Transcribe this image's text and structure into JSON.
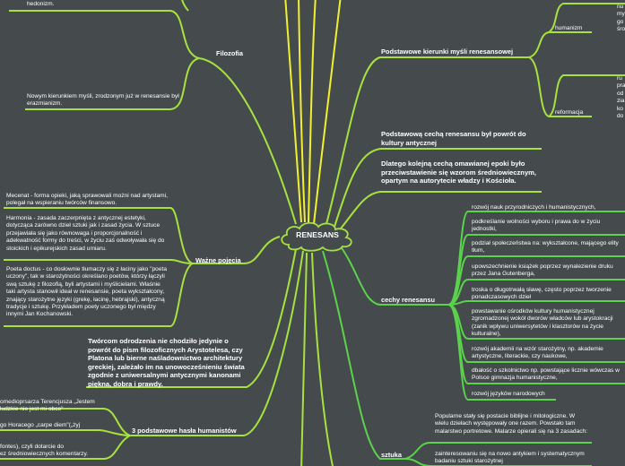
{
  "center": {
    "label": "RENESANS"
  },
  "colors": {
    "background": "#454b4d",
    "branch": "#a6e23f",
    "branch_green": "#5bd24c",
    "branch_yellow": "#f2ef2f",
    "text": "#ffffff"
  },
  "left": {
    "filozofia": {
      "label": "Filozofia",
      "top_text": "hedonizm.",
      "erazmianizm": "Nowym kierunkiem myśli, zrodzonym już w renesansie był erazmianizm."
    },
    "wazne_pojecia": {
      "label": "Ważne pojęcia",
      "items": [
        "Mecenat - forma opieki, jaką sprawowali możni nad artystami, polegał na wspieraniu twórców finansowo.",
        "Harmonia - zasada zaczerpnięta z antycznej estetyki, dotycząca zarówno dzieł sztuki jak i zasad życia. W sztuce przejawiała się jako równowaga i proporcjonalność i adekwatność formy do treści, w życiu zaś odwoływała się do stoickich i epikurejskich zasad umiaru.",
        "Poeta doctus - co dosłownie tłumaczy się z łaciny jako \"poeta uczony\", tak w starożytności określano poetów, którzy łączyli swą sztukę z filozofią, byli artystami i myślicielami. Właśnie taki artysta stanowił ideał w renesansie, poeta wykształcony, znający starożytne języki (grekę, łacinę, hebrajski), antyczną tradycje i sztukę. Przykładem poety uczonego był między innymi Jan Kochanowski."
      ]
    },
    "tworcom": "Twórcom odrodzenia nie chodziło jedynie o powrót do pism filozoficznych Arystotelesa, czy Platona lub bierne naśladownictwo architektury greckiej, zależało im na unowocześnieniu świata zgodnie z uniwersalnymi antycznymi kanonami piękna, dobra i prawdy.",
    "hasla": {
      "label": "3 podstawowe hasła humanistów",
      "items": [
        "omedioprsarza Terencjusza „Jestem ludzkie nie jest mi obce\"",
        "go Horacego „carpe diem\"(„żyj",
        "fontes), czyli dotarcie do\nez średniowiecznych komentarzy."
      ]
    }
  },
  "right": {
    "kierunki": {
      "label": "Podstawowe kierunki myśli renesansowej",
      "humanizm": {
        "label": "humanizm",
        "text": "nu\nmy\ngo\nśro"
      },
      "reformacja": {
        "label": "reformacja",
        "text": "ru\npra\nod\nzia\nko\ndo"
      }
    },
    "cecha_antyk": "Podstawową cechą renesansu był powrót do kultury antycznej",
    "cecha_sprzeciw": "Dlatego kolejną cechą omawianej epoki było przeciwstawienie się wzorom średniowiecznym, opartym na autorytecie władzy i Kościoła.",
    "cechy": {
      "label": "cechy renesansu",
      "items": [
        "rozwój nauk przyrodniczych i humanistycznych,",
        "podkreślanie wolności wyboru i prawa do w życiu jednostki,",
        "podział społeczeństwa na: wykształcone, mającego elity tłum,",
        "upowszechnienie książek poprzez wynalezienie druku przez Jana Gutenberga,",
        "troska o długotrwałą sławę, często poprzez tworzenie ponadczasowych dzieł",
        "powstawanie ośrodków kultury humanistycznej zgromadzonej wokół dworów władców lub arystokracji (zanik wpływu uniwersytetów i klasztorów na życie kulturalne),",
        "rozwój akademii na wzór starożytny, np. akademie artystyczne, literackie, czy naukowe,",
        "dbałość o szkolnictwo np. powstające licznie wówczas w Polsce gimnazja humanistyczne,",
        "rozwój języków narodowych"
      ]
    },
    "sztuka": {
      "label": "sztuka",
      "items": [
        "Popularne stały się postacie biblijne i mitologiczne. W wielu dziełach występowały one razem. Powstało tam malarstwo portretowe. Malarze opierali się na 3 zasadach:",
        "zainteresowaniu się na nowo antykiem i systematycznym badaniu sztuki starożytnej"
      ]
    }
  }
}
